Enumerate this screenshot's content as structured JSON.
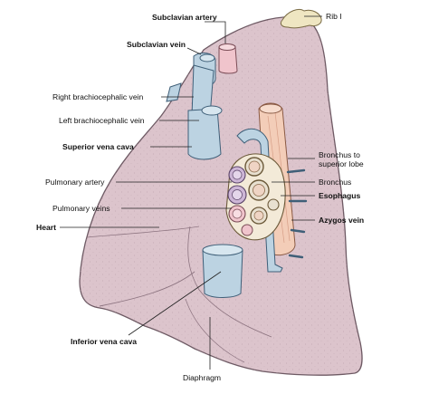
{
  "labels": {
    "subclavian_artery": "Subclavian artery",
    "rib_i": "Rib I",
    "subclavian_vein": "Subclavian vein",
    "right_brachiocephalic_vein": "Right brachiocephalic vein",
    "left_brachiocephalic_vein": "Left brachiocephalic vein",
    "superior_vena_cava": "Superior vena cava",
    "bronchus_to_superior_lobe_line1": "Bronchus to",
    "bronchus_to_superior_lobe_line2": "superior lobe",
    "pulmonary_artery": "Pulmonary artery",
    "bronchus": "Bronchus",
    "esophagus": "Esophagus",
    "pulmonary_veins": "Pulmonary veins",
    "azygos_vein": "Azygos vein",
    "heart": "Heart",
    "inferior_vena_cava": "Inferior vena cava",
    "diaphragm": "Diaphragm"
  },
  "colors": {
    "lung": "#dcc4cc",
    "lung_outline": "#6e5a64",
    "vein_blue": "#bcd3e2",
    "artery_pink": "#f0c4cc",
    "esophagus": "#f3cdb8",
    "bronchus_ring": "#e8e0d0",
    "purple": "#cdb6d6",
    "bone": "#efe6c2"
  }
}
